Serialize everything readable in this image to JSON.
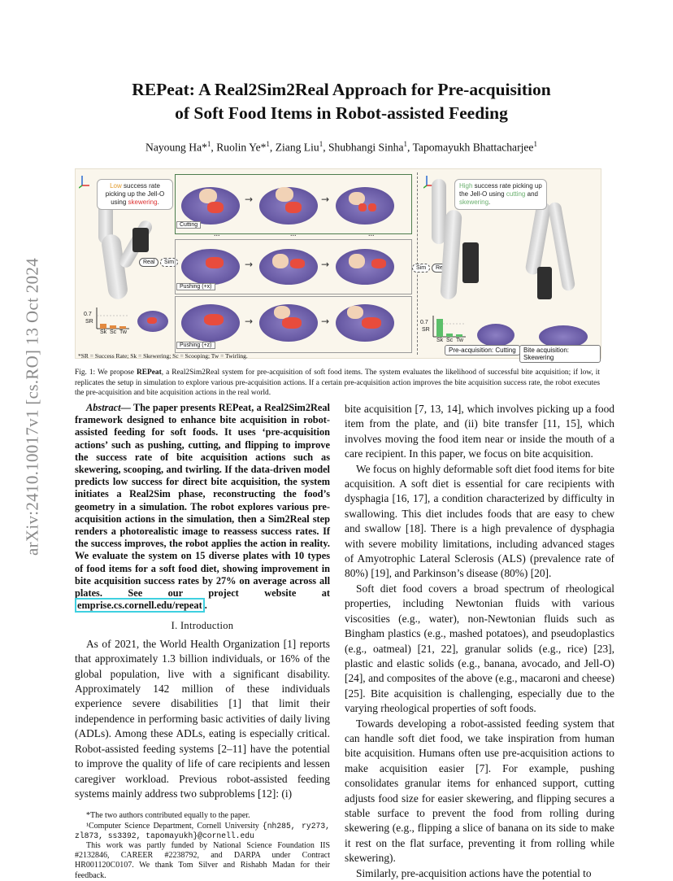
{
  "arxiv_id": "arXiv:2410.10017v1  [cs.RO]  13 Oct 2024",
  "title_line1": "REPeat: A Real2Sim2Real Approach for Pre-acquisition",
  "title_line2": "of Soft Food Items in Robot-assisted Feeding",
  "authors": {
    "a1": "Nayoung Ha*",
    "a1s": "1",
    "a2": "Ruolin Ye*",
    "a2s": "1",
    "a3": "Ziang Liu",
    "a3s": "1",
    "a4": "Shubhangi Sinha",
    "a4s": "1",
    "a5": "Tapomayukh Bhattacharjee",
    "a5s": "1"
  },
  "figure": {
    "left_bubble": {
      "l1_pre": "",
      "l1_emph": "Low",
      "l1_post": " success rate",
      "l2": "picking up the Jell-O",
      "l3_pre": "using ",
      "l3_emph": "skewering",
      "l3_post": "."
    },
    "right_bubble": {
      "l1_emph": "High",
      "l1_post": " success rate picking up",
      "l2": "the Jell-O using ",
      "l2_emph": "cutting",
      "l2_post": " and",
      "l3_emph": "skewering",
      "l3_post": "."
    },
    "real_label": "Real",
    "sim_label": "Sim",
    "panel_labels": [
      "Cutting",
      "Pushing (+x)",
      "Pushing (+z)"
    ],
    "left_chart": {
      "ytick": "0.7",
      "ylabel": "SR",
      "xticks": [
        "Sk",
        "Sc",
        "Tw"
      ]
    },
    "right_chart": {
      "ytick": "0.7",
      "ylabel": "SR",
      "xticks": [
        "Sk",
        "Sc",
        "Tw"
      ]
    },
    "action_labels": [
      "Pre-acquisition: Cutting",
      "Bite acquisition: Skewering"
    ],
    "footnote": "*SR = Success Rate; Sk = Skewering; Sc = Scooping; Tw = Twirling."
  },
  "caption": {
    "prefix": "Fig. 1: We propose ",
    "bold": "REPeat",
    "rest": ", a Real2Sim2Real system for pre-acquisition of soft food items. The system evaluates the likelihood of successful bite acquisition; if low, it replicates the setup in simulation to explore various pre-acquisition actions. If a certain pre-acquisition action improves the bite acquisition success rate, the robot executes the pre-acquisition and bite acquisition actions in the real world."
  },
  "abstract": {
    "label": "Abstract",
    "text": "— The paper presents REPeat, a Real2Sim2Real framework designed to enhance bite acquisition in robot-assisted feeding for soft foods. It uses ‘pre-acquisition actions’ such as pushing, cutting, and flipping to improve the success rate of bite acquisition actions such as skewering, scooping, and twirling. If the data-driven model predicts low success for direct bite acquisition, the system initiates a Real2Sim phase, reconstructing the food’s geometry in a simulation. The robot explores various pre-acquisition actions in the simulation, then a Sim2Real step renders a photorealistic image to reassess success rates. If the success improves, the robot applies the action in reality. We evaluate the system on 15 diverse plates with 10 types of food items for a soft food diet, showing improvement in bite acquisition success rates by 27% on average across all plates. See our project website at ",
    "url": "emprise.cs.cornell.edu/repeat",
    "end": "."
  },
  "section1": "I. Introduction",
  "intro_left": "As of 2021, the World Health Organization [1] reports that approximately 1.3 billion individuals, or 16% of the global population, live with a significant disability. Approximately 142 million of these individuals experience severe disabilities [1] that limit their independence in performing basic activities of daily living (ADLs). Among these ADLs, eating is especially critical. Robot-assisted feeding systems [2–11] have the potential to improve the quality of life of care recipients and lessen caregiver workload. Previous robot-assisted feeding systems mainly address two subproblems [12]: (i)",
  "footnotes": {
    "f1": "*The two authors contributed equally to the paper.",
    "f2_pre": "¹Computer Science Department, Cornell University ",
    "f2_mono": "{nh285, ry273, zl873, ss3392, tapomayukh}@cornell.edu",
    "f3": "This work was partly funded by National Science Foundation IIS #2132846, CAREER #2238792, and DARPA under Contract HR001120C0107. We thank Tom Silver and Rishabh Madan for their feedback."
  },
  "right_paras": [
    "bite acquisition [7, 13, 14], which involves picking up a food item from the plate, and (ii) bite transfer [11, 15], which involves moving the food item near or inside the mouth of a care recipient. In this paper, we focus on bite acquisition.",
    "We focus on highly deformable soft diet food items for bite acquisition. A soft diet is essential for care recipients with dysphagia [16, 17], a condition characterized by difficulty in swallowing. This diet includes foods that are easy to chew and swallow [18]. There is a high prevalence of dysphagia with severe mobility limitations, including advanced stages of Amyotrophic Lateral Sclerosis (ALS) (prevalence rate of 80%) [19], and Parkinson’s disease (80%) [20].",
    "Soft diet food covers a broad spectrum of rheological properties, including Newtonian fluids with various viscosities (e.g., water), non-Newtonian fluids such as Bingham plastics (e.g., mashed potatoes), and pseudoplastics (e.g., oatmeal) [21, 22], granular solids (e.g., rice) [23], plastic and elastic solids (e.g., banana, avocado, and Jell-O) [24], and composites of the above (e.g., macaroni and cheese) [25]. Bite acquisition is challenging, especially due to the varying rheological properties of soft foods.",
    "Towards developing a robot-assisted feeding system that can handle soft diet food, we take inspiration from human bite acquisition. Humans often use pre-acquisition actions to make acquisition easier [7]. For example, pushing consolidates granular items for enhanced support, cutting adjusts food size for easier skewering, and flipping secures a stable surface to prevent the food from rolling during skewering (e.g., flipping a slice of banana on its side to make it rest on the flat surface, preventing it from rolling while skewering).",
    "Similarly, pre-acquisition actions have the potential to"
  ]
}
